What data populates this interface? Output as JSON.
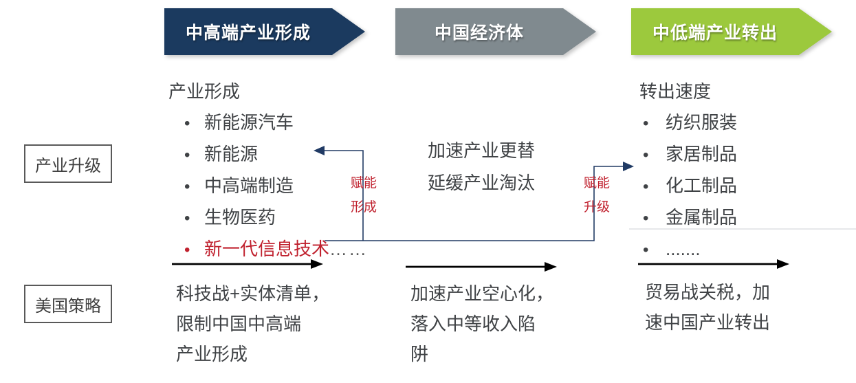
{
  "palette": {
    "navy": "#1b3a5f",
    "gray": "#808a8f",
    "green": "#9cc93d",
    "red": "#c0212e",
    "connector_navy": "#203a64",
    "body_text": "#3f4245",
    "faint_divider": "#d7dbde"
  },
  "glyphs": {
    "bullet": "•"
  },
  "flow_headers": [
    {
      "label": "中高端产业形成",
      "color": "#1b3a5f"
    },
    {
      "label": "中国经济体",
      "color": "#808a8f"
    },
    {
      "label": "中低端产业转出",
      "color": "#9cc93d"
    }
  ],
  "row_labels": [
    {
      "label": "产业升级"
    },
    {
      "label": "美国策略"
    }
  ],
  "left_column": {
    "title": "产业形成",
    "items": [
      {
        "text": "新能源汽车"
      },
      {
        "text": "新能源"
      },
      {
        "text": "中高端制造"
      },
      {
        "text": "生物医药"
      },
      {
        "text": "新一代信息技术",
        "suffix": "……",
        "highlight": true
      }
    ]
  },
  "middle_column": {
    "lines": "加速产业更替\n延缓产业淘汰"
  },
  "right_column": {
    "title": "转出速度",
    "items": [
      {
        "text": "纺织服装"
      },
      {
        "text": "家居制品"
      },
      {
        "text": "化工制品"
      },
      {
        "text": "金属制品"
      },
      {
        "text": "......."
      }
    ]
  },
  "connector_labels": [
    {
      "text": "赋能\n形成"
    },
    {
      "text": "赋能\n升级"
    }
  ],
  "bottom_notes": [
    {
      "text": "科技战+实体清单，\n限制中国中高端\n产业形成"
    },
    {
      "text": "加速产业空心化，\n落入中等收入陷\n阱"
    },
    {
      "text": "贸易战关税，加\n速中国产业转出"
    }
  ]
}
